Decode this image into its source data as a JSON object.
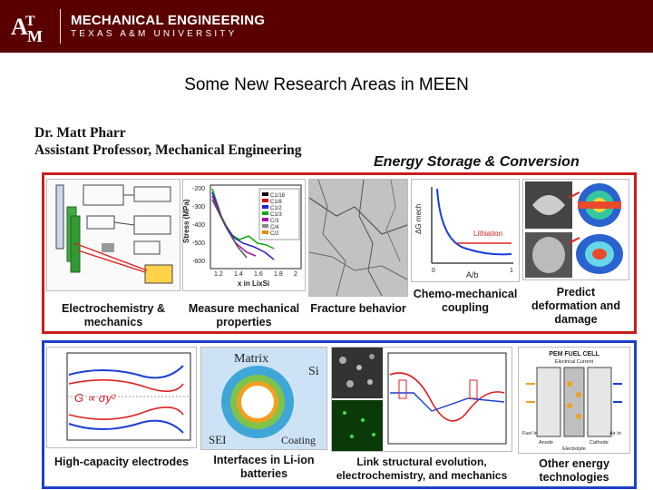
{
  "header": {
    "logo_text": "ATM",
    "dept": "MECHANICAL ENGINEERING",
    "university": "TEXAS A&M UNIVERSITY"
  },
  "slide": {
    "title": "Some New Research Areas in MEEN",
    "author_name": "Dr. Matt Pharr",
    "author_position": "Assistant Professor, Mechanical Engineering",
    "topic": "Energy Storage & Conversion"
  },
  "panels_row1": [
    {
      "caption": "Electrochemistry & mechanics"
    },
    {
      "caption": "Measure mechanical properties"
    },
    {
      "caption": "Fracture behavior"
    },
    {
      "caption": "Chemo-mechanical coupling"
    },
    {
      "caption": "Predict deformation and damage"
    }
  ],
  "panels_row2": [
    {
      "caption": "High-capacity electrodes"
    },
    {
      "caption": "Interfaces in Li-ion batteries"
    },
    {
      "caption": "Link structural evolution, electrochemistry, and mechanics"
    },
    {
      "caption": "Other energy technologies"
    }
  ],
  "figure_text": {
    "stress_axis": "Stress (MPa)",
    "x_axis_liz": "x in LixSi",
    "stress_ticks": [
      "-200",
      "-300",
      "-400",
      "-500",
      "-600"
    ],
    "x_ticks": [
      "1.2",
      "1.4",
      "1.6",
      "1.8",
      "2"
    ],
    "legend": [
      "C1/18",
      "C1/8",
      "C1/2",
      "C1/3",
      "C/3",
      "C/4",
      "C/2"
    ],
    "chemo_x": "A/b",
    "chemo_y": "ΔG mech",
    "chemo_label": "Lithiation",
    "chemo_tick0": "0",
    "chemo_tick1": "1",
    "g_formula": "G ∝ σy²",
    "matrix": "Matrix",
    "si": "Si",
    "sei": "SEI",
    "coating": "Coating",
    "pem": "PEM FUEL CELL",
    "pem_sub": "Electrical Current",
    "fuel_in": "Fuel In",
    "air_in": "Air In",
    "anode": "Anode",
    "cathode": "Cathode",
    "electrolyte": "Electrolyte"
  },
  "colors": {
    "header_bg": "#5a0000",
    "row1_border": "#c81e1e",
    "row2_border": "#1e3fc8"
  }
}
